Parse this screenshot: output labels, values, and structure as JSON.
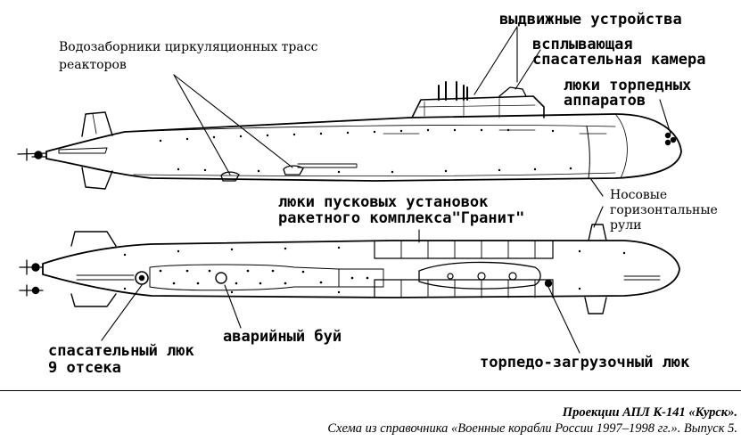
{
  "labels": {
    "extending_devices": "выдвижные устройства",
    "rescue_chamber_1": "всплывающая",
    "rescue_chamber_2": "спасательная камера",
    "water_intakes_1": "Водозаборники циркуляционных трасс",
    "water_intakes_2": "реакторов",
    "torpedo_hatches_1": "люки торпедных",
    "torpedo_hatches_2": "аппаратов",
    "bow_rudders_1": "Носовые",
    "bow_rudders_2": "горизонтальные",
    "bow_rudders_3": "рули",
    "launcher_hatches_1": "люки пусковых установок",
    "launcher_hatches_2": "ракетного комплекса\"Гранит\"",
    "rescue_hatch_1": "спасательный люк",
    "rescue_hatch_2": "9 отсека",
    "emergency_buoy": "аварийный буй",
    "torpedo_loading_hatch": "торпедо-загрузочный люк"
  },
  "caption": {
    "title": "Проекции АПЛ К-141 «Курск».",
    "source": "Схема из справочника «Военные корабли России 1997–1998 гг.». Выпуск 5."
  }
}
